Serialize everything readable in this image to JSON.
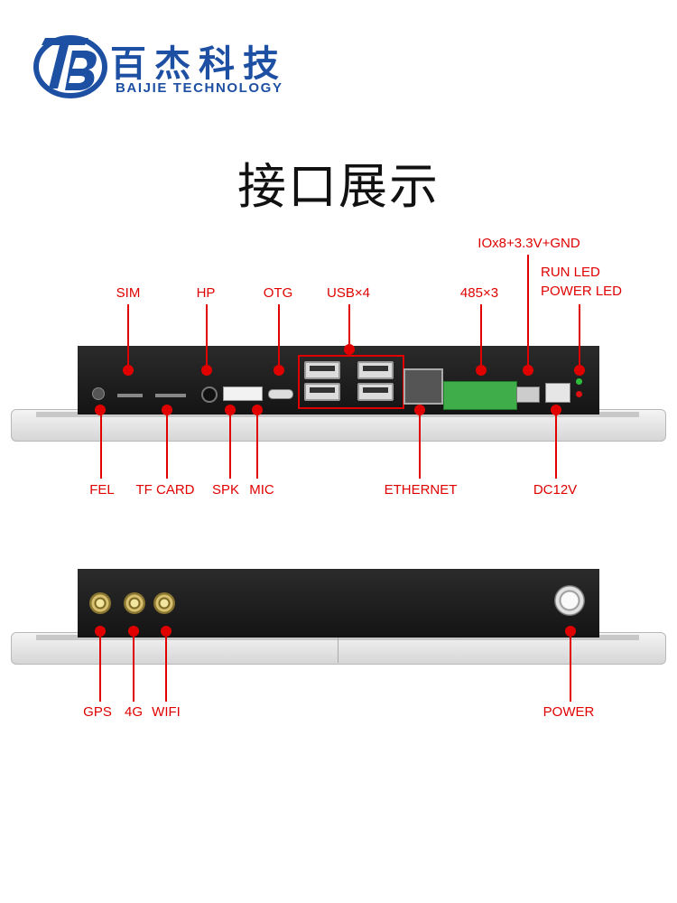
{
  "brand": {
    "logo_letters": "BJ",
    "name_cn": "百杰科技",
    "name_en": "BAIJIE TECHNOLOGY",
    "color": "#1d4fa3"
  },
  "title": "接口展示",
  "accent_color": "#e00000",
  "top_panel": {
    "labels": {
      "sim": "SIM",
      "hp": "HP",
      "otg": "OTG",
      "usb": "USB×4",
      "rs485": "485×3",
      "io": "IOx8+3.3V+GND",
      "run_led": "RUN LED",
      "power_led": "POWER LED",
      "fel": "FEL",
      "tf_card": "TF CARD",
      "spk": "SPK",
      "mic": "MIC",
      "ethernet": "ETHERNET",
      "dc12v": "DC12V"
    }
  },
  "bottom_panel": {
    "labels": {
      "gps": "GPS",
      "g4": "4G",
      "wifi": "WIFI",
      "power": "POWER"
    }
  }
}
